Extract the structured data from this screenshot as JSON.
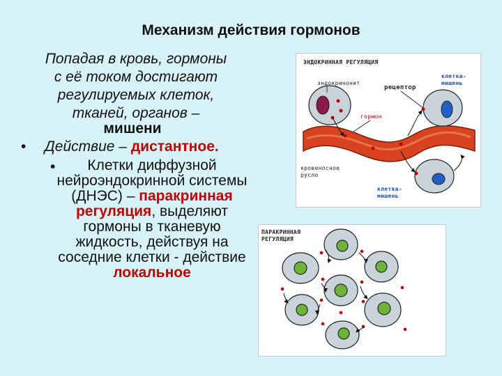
{
  "title": "Механизм действия гормонов",
  "intro": {
    "lines": [
      "Попадая в кровь, гормоны",
      "с её током достигают",
      "регулируемых клеток,",
      "тканей, органов –"
    ],
    "targets": "мишени"
  },
  "bullet1": {
    "marker": "•",
    "prefix": "Действие –",
    "highlight": "дистантное."
  },
  "bullet2": {
    "marker": "•",
    "text1": "Клетки диффузной нейроэндокринной системы (ДНЭС) –",
    "highlight1": "паракринная регуляция",
    "text2": ", выделяют гормоны в тканевую жидкость, действуя на соседние клетки - действие",
    "highlight2": "локальное"
  },
  "endocrine_diagram": {
    "title": "ЭНДОКРИННАЯ РЕГУЛЯЦИЯ",
    "label_gland": "эндокринонит",
    "label_receptor": "рецептор",
    "label_target_top": "клетка-\nмишень",
    "label_hormone": "гормон",
    "label_vessel": "кровеносное\nрусло",
    "label_target_bottom": "клетка-\nмишень"
  },
  "paracrine_diagram": {
    "title": "ПАРАКРИННАЯ\nРЕГУЛЯЦИЯ"
  },
  "colors": {
    "background": "#d7f3f7",
    "accent_red": "#c00000",
    "cell_fill": "#c9d3da",
    "nucleus_green": "#6fb43a",
    "nucleus_blue": "#1f5fc7",
    "nucleus_purple": "#8b1a4a",
    "vessel": "#d8431f"
  }
}
